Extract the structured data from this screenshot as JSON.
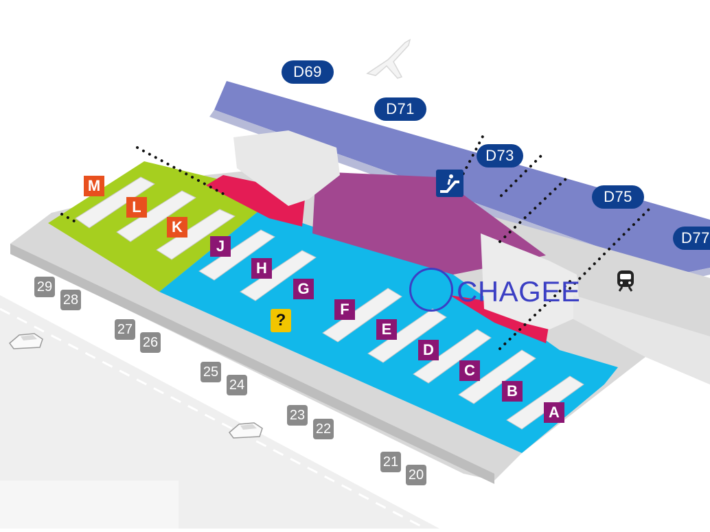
{
  "map": {
    "gates": [
      "D69",
      "D71",
      "D73",
      "D75",
      "D77"
    ],
    "counters_zone_green": [
      "M",
      "L",
      "K"
    ],
    "counters_zone_blue": [
      "J",
      "H",
      "G",
      "F",
      "E",
      "D",
      "C",
      "B",
      "A"
    ],
    "doors": [
      "29",
      "28",
      "27",
      "26",
      "25",
      "24",
      "23",
      "22",
      "21",
      "20"
    ],
    "info_symbol": "?",
    "overlay_text": "CHAGEE",
    "icons": [
      "airplane-icon",
      "escalator-icon",
      "train-icon",
      "car-icon"
    ],
    "colors": {
      "pier": "#7b83c9",
      "green_zone": "#a6cf1f",
      "blue_zone": "#12b8ea",
      "magenta_zone": "#a24790",
      "red_zone": "#e41c55",
      "gate_pill": "#0e3f8f",
      "counter_orange": "#e8501e",
      "counter_purple": "#8b1673",
      "door": "#8a8a8a",
      "info": "#f2c500",
      "overlay": "#3b3fc4"
    }
  }
}
